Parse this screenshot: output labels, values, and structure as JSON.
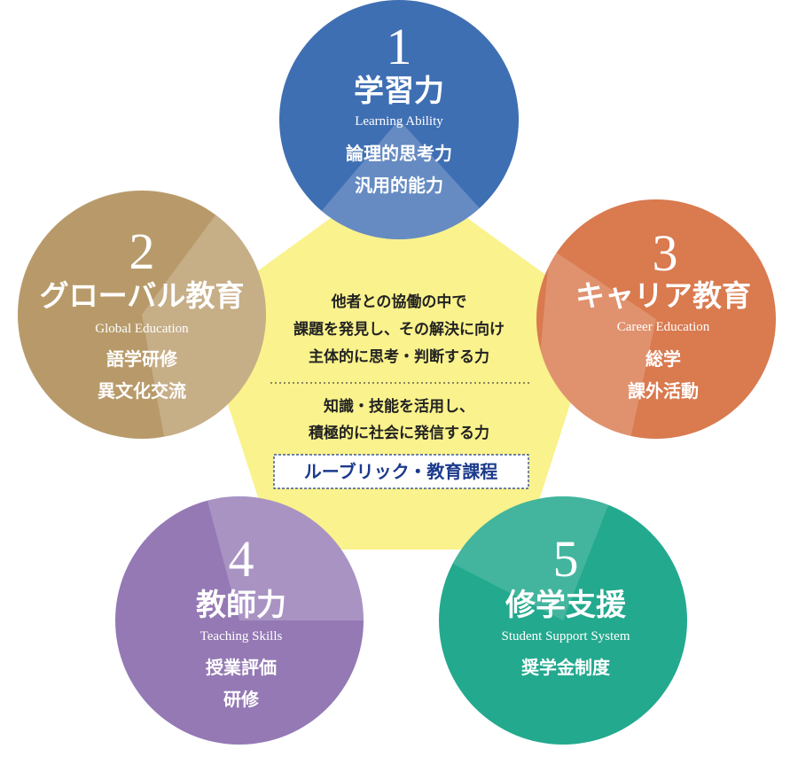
{
  "colors": {
    "pentagon": "#faf28c",
    "blue": "#3f6fb3",
    "orange": "#d97a4f",
    "tan": "#b89a6a",
    "purple": "#9479b4",
    "green": "#23a98e",
    "rubric_text": "#1b3a8c"
  },
  "center": {
    "lines_1": [
      "他者との協働の中で",
      "課題を発見し、その解決に向け",
      "主体的に思考・判断する力"
    ],
    "lines_2": [
      "知識・技能を活用し、",
      "積極的に社会に発信する力"
    ],
    "rubric_label": "ルーブリック・教育課程"
  },
  "circles": [
    {
      "number": "1",
      "title": "学習力",
      "english": "Learning Ability",
      "details": [
        "論理的思考力",
        "汎用的能力"
      ]
    },
    {
      "number": "2",
      "title": "グローバル教育",
      "english": "Global Education",
      "details": [
        "語学研修",
        "異文化交流"
      ]
    },
    {
      "number": "3",
      "title": "キャリア教育",
      "english": "Career Education",
      "details": [
        "総学",
        "課外活動"
      ]
    },
    {
      "number": "4",
      "title": "教師力",
      "english": "Teaching Skills",
      "details": [
        "授業評価",
        "研修"
      ]
    },
    {
      "number": "5",
      "title": "修学支援",
      "english": "Student Support System",
      "details": [
        "奨学金制度"
      ]
    }
  ]
}
